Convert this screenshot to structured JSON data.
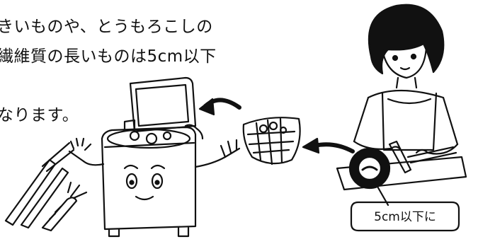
{
  "instructions": {
    "line1": "きいものや、とうもろこしの",
    "line2": "繊維質の長いものは5cm以下",
    "line3": "なります。"
  },
  "callout": {
    "label": "5cm以下に"
  },
  "colors": {
    "ink": "#111111",
    "paper": "#ffffff"
  }
}
